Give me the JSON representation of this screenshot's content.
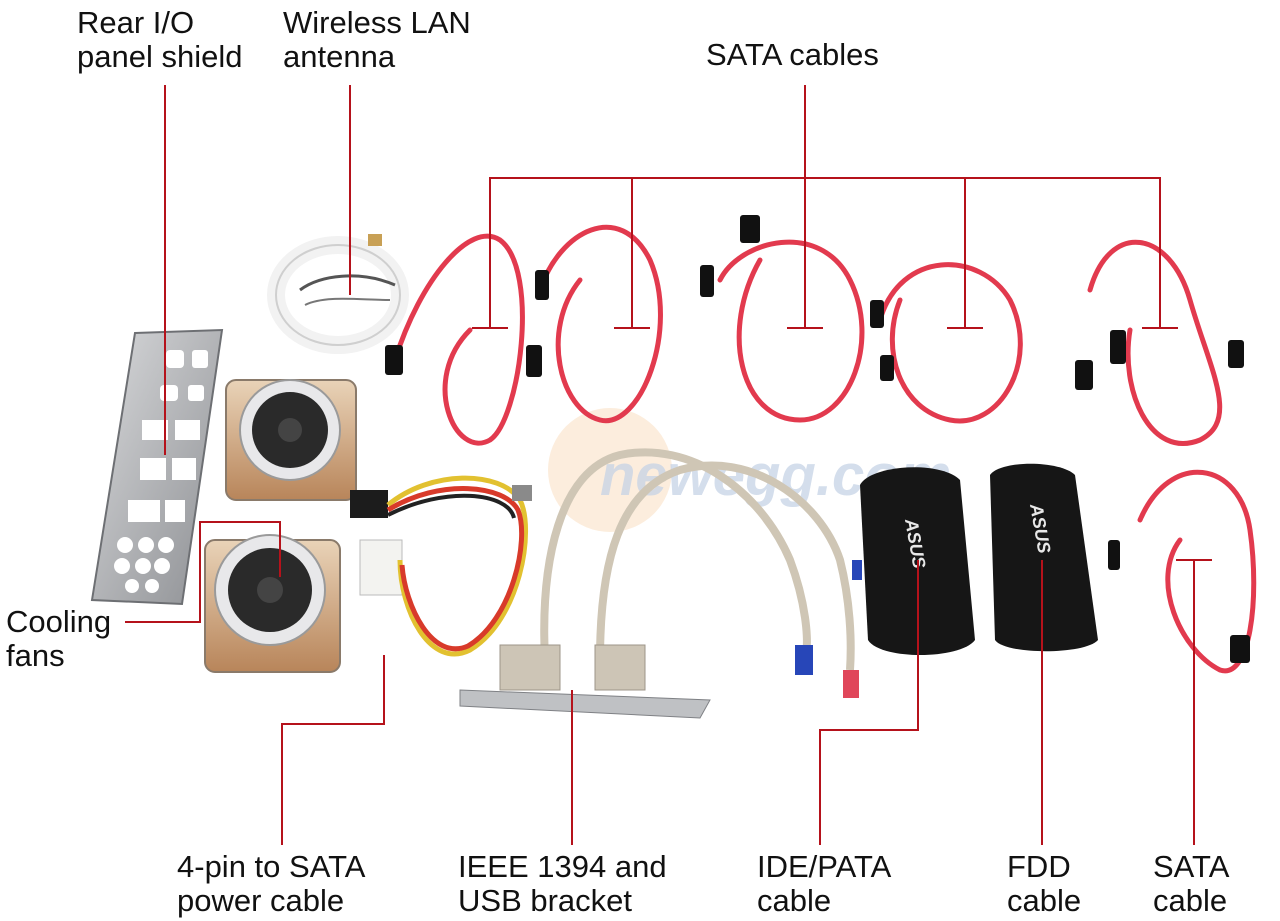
{
  "labels": {
    "rear_io": [
      "Rear I/O",
      "panel shield"
    ],
    "wireless_lan": [
      "Wireless LAN",
      "antenna"
    ],
    "sata_cables": "SATA cables",
    "cooling_fans": [
      "Cooling",
      "fans"
    ],
    "power_cable": [
      "4-pin to SATA",
      "power cable"
    ],
    "ieee_bracket": [
      "IEEE 1394 and",
      "USB bracket"
    ],
    "ide_pata": [
      "IDE/PATA",
      "cable"
    ],
    "fdd": [
      "FDD",
      "cable"
    ],
    "sata_single": [
      "SATA",
      "cable"
    ]
  },
  "watermark": "newegg.com",
  "brand_mark": "ASUS",
  "colors": {
    "leader_line": "#b5121b",
    "sata_red": "#e23a4e",
    "metal": "#b9bbbf",
    "ribbon_black": "#161616"
  }
}
